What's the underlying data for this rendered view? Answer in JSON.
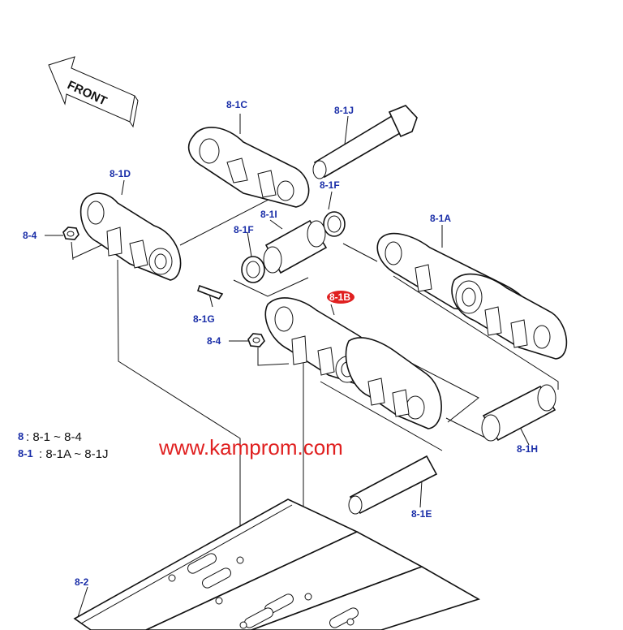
{
  "front_label": "FRONT",
  "watermark": "www.kamprom.com",
  "highlight_color": "#e02020",
  "label_color": "#1a2ea8",
  "labels": {
    "l_8_1C": "8-1C",
    "l_8_1J": "8-1J",
    "l_8_1D": "8-1D",
    "l_8_1F_top": "8-1F",
    "l_8_1I": "8-1I",
    "l_8_1F_left": "8-1F",
    "l_8_1A": "8-1A",
    "l_8_4_top": "8-4",
    "l_8_1B": "8-1B",
    "l_8_1G": "8-1G",
    "l_8_4_mid": "8-4",
    "l_8_1H": "8-1H",
    "l_8_1E": "8-1E",
    "l_8_2": "8-2"
  },
  "legend": [
    {
      "key": "8",
      "value": ": 8-1 ~ 8-4"
    },
    {
      "key": "8-1",
      "value": ": 8-1A ~ 8-1J"
    }
  ]
}
